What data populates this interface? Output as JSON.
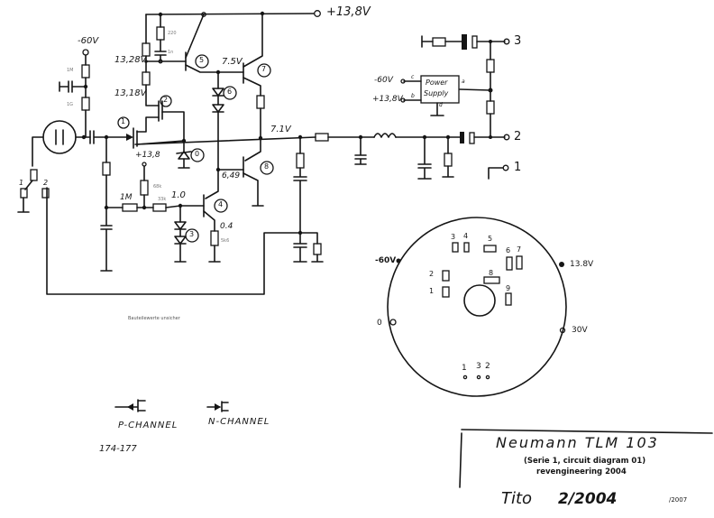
{
  "diagram": {
    "title": "Neumann TLM 103",
    "subtitle_line1": "(Serie 1, circuit diagram 01)",
    "subtitle_line2": "revengineering 2004",
    "author_signature": "Tito",
    "date_signed": "2/2004",
    "date_revised": "/2007",
    "note_small": "Bauteilewerte unsicher",
    "page_ref": "174-177"
  },
  "supply_labels": {
    "plus_13_8_top": "+13,8V",
    "minus_60_top": "-60V",
    "plus_13_8_bias": "+13,8"
  },
  "voltages": {
    "v_13_28": "13,28V",
    "v_13_18": "13,18V",
    "v_7_5": "7.5V",
    "v_7_1": "7.1V",
    "v_6_49": "6,49",
    "v_1_0": "1.0",
    "v_0_4": "0.4"
  },
  "component_values": {
    "r_1M": "1M",
    "r_1G": "1G",
    "r_220": "220",
    "c_1n": "1n",
    "r_1M_bias": "1M",
    "r_68k": "68k",
    "r_33k": "33k",
    "r_5k6": "5k6"
  },
  "component_refs": [
    "1",
    "2",
    "3",
    "4",
    "5",
    "6",
    "7",
    "8",
    "9",
    "0"
  ],
  "switch_labels": {
    "pos1": "1",
    "pos2": "2"
  },
  "xlr_pins": {
    "pin3": "3",
    "pin2": "2",
    "pin1": "1"
  },
  "power_supply": {
    "label_line1": "Power",
    "label_line2": "Supply",
    "term_a": "a",
    "term_b": "b",
    "term_c": "c",
    "term_d": "d",
    "in_minus60": "-60V",
    "in_plus13_8": "+13,8V"
  },
  "pcb_layout": {
    "pad_minus60": "-60V",
    "pad_13_8": "13.8V",
    "pad_0": "0",
    "pad_30": "30V",
    "parts": [
      "1",
      "2",
      "3",
      "4",
      "5",
      "6",
      "7",
      "8",
      "9"
    ],
    "pins": [
      "1",
      "3",
      "2"
    ]
  },
  "legend": {
    "p_channel": "P-CHANNEL",
    "n_channel": "N-CHANNEL"
  }
}
